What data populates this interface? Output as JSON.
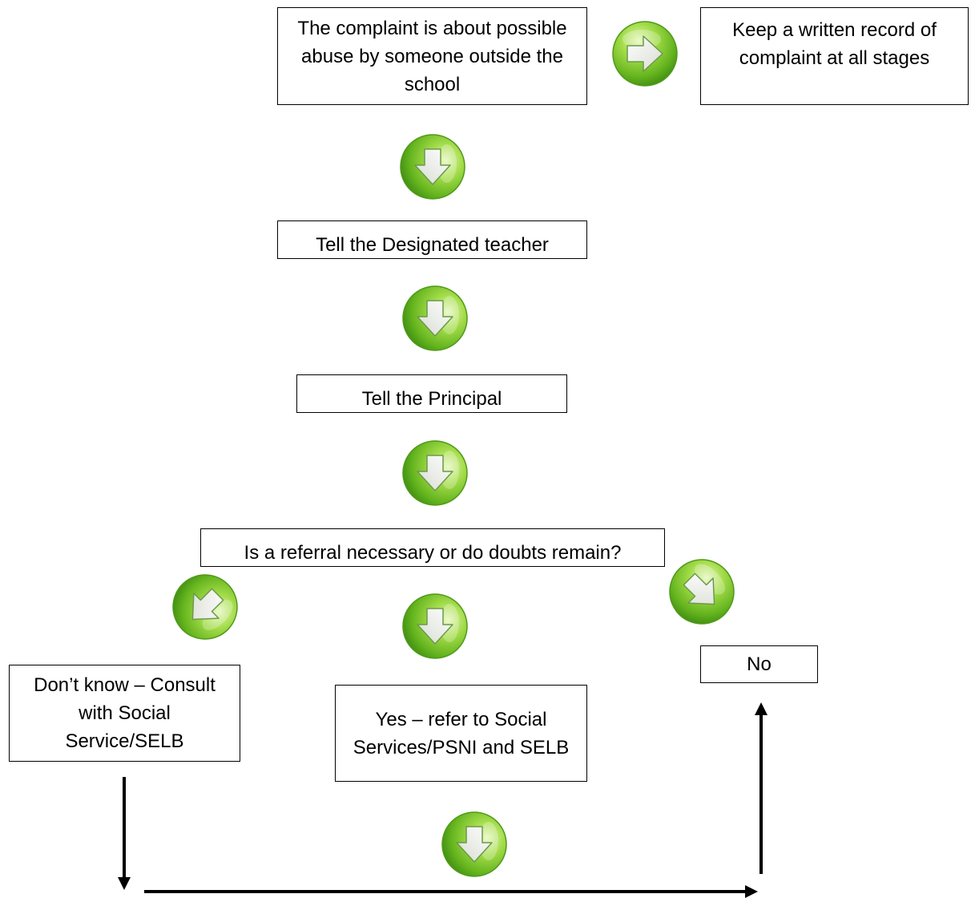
{
  "boxes": {
    "complaint": "The complaint is about possible abuse by someone outside the school",
    "record": "Keep a written record of complaint at all stages",
    "designated": "Tell the Designated teacher",
    "principal": "Tell the Principal",
    "question": "Is a referral necessary or do doubts remain?",
    "dont_know": "Don’t know – Consult with Social Service/SELB",
    "yes": "Yes – refer to Social Services/PSNI and SELB",
    "no": "No"
  },
  "icons": {
    "style": "green-glossy-circle-arrow",
    "base_color": "#6cbf22",
    "highlight_color": "#cdeda0",
    "shadow_color": "#3f8a12"
  }
}
